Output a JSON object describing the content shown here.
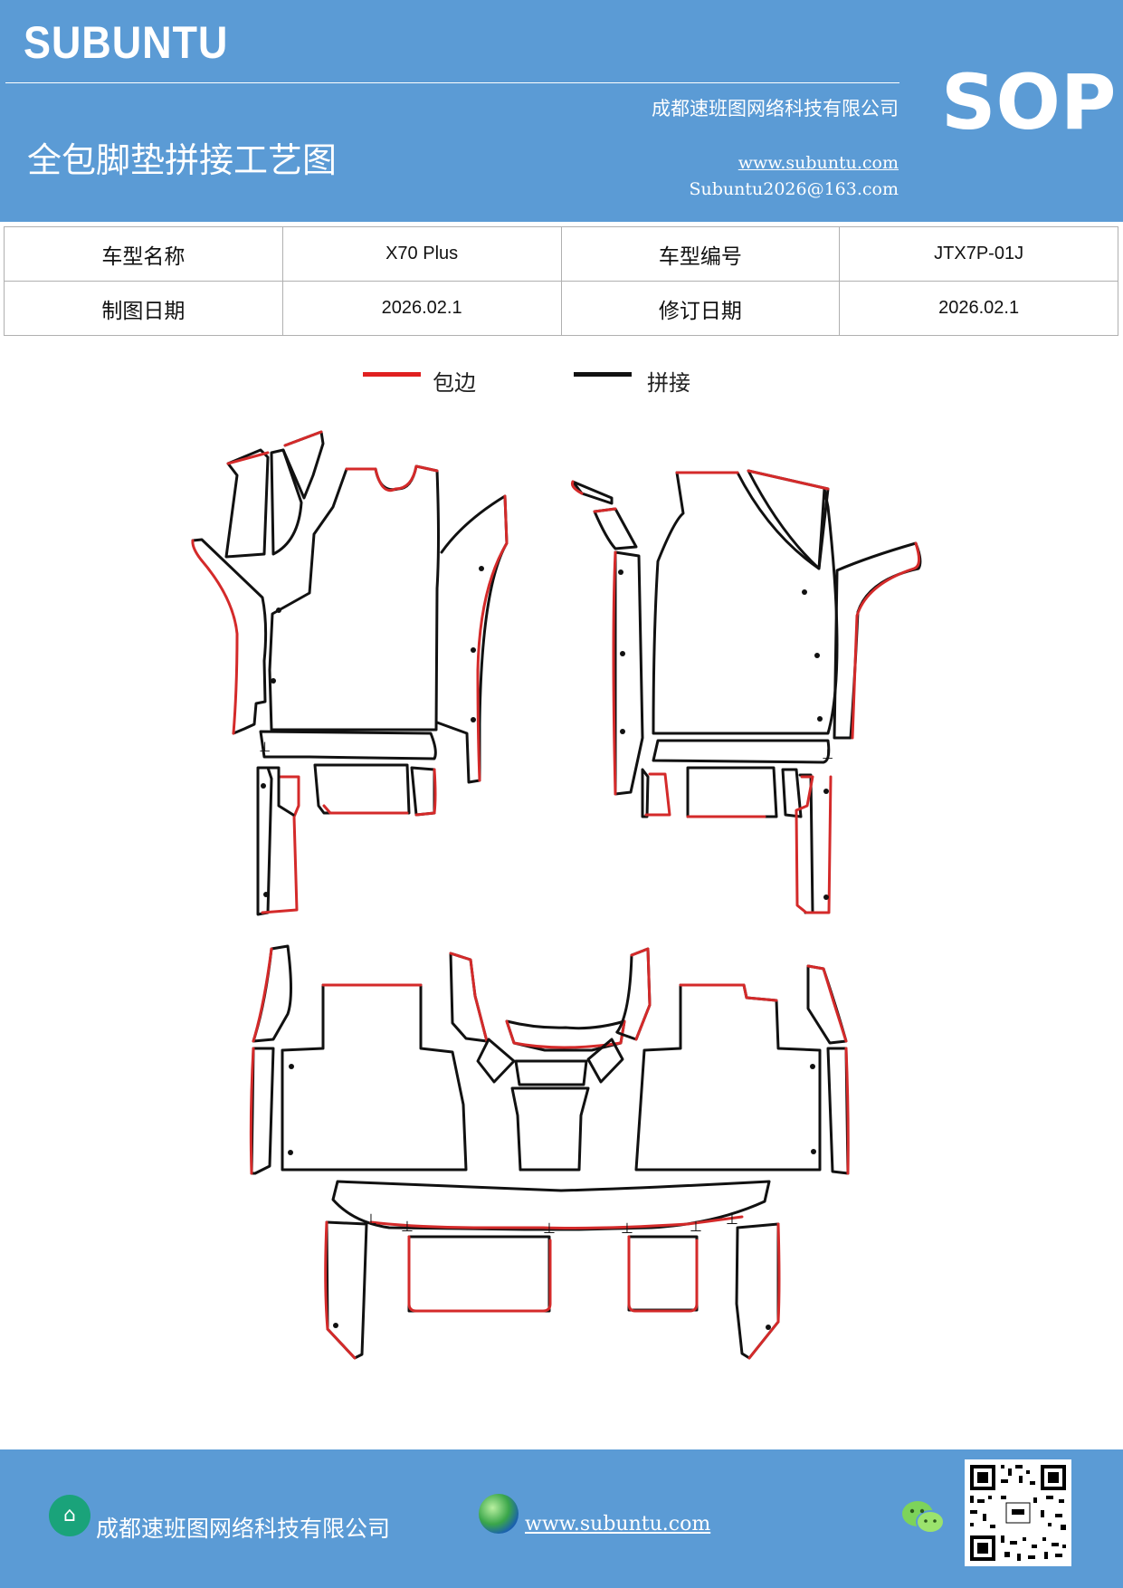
{
  "header": {
    "brand": "SUBUNTU",
    "company": "成都速班图网络科技有限公司",
    "title": "全包脚垫拼接工艺图",
    "website": "www.subuntu.com",
    "email": "Subuntu2026@163.com",
    "badge": "SOP"
  },
  "info_table": {
    "row1": {
      "label1": "车型名称",
      "value1": "X70 Plus",
      "label2": "车型编号",
      "value2": "JTX7P-01J"
    },
    "row2": {
      "label1": "制图日期",
      "value1": "2026.02.1",
      "label2": "修订日期",
      "value2": "2026.02.1"
    }
  },
  "legend": {
    "edge_label": "包边",
    "edge_color": "#e02020",
    "seam_label": "拼接",
    "seam_color": "#111111"
  },
  "footer": {
    "company": "成都速班图网络科技有限公司",
    "website": "www.subuntu.com",
    "icons": [
      "building-icon",
      "globe-icon",
      "wechat-icon",
      "qr-code"
    ]
  }
}
